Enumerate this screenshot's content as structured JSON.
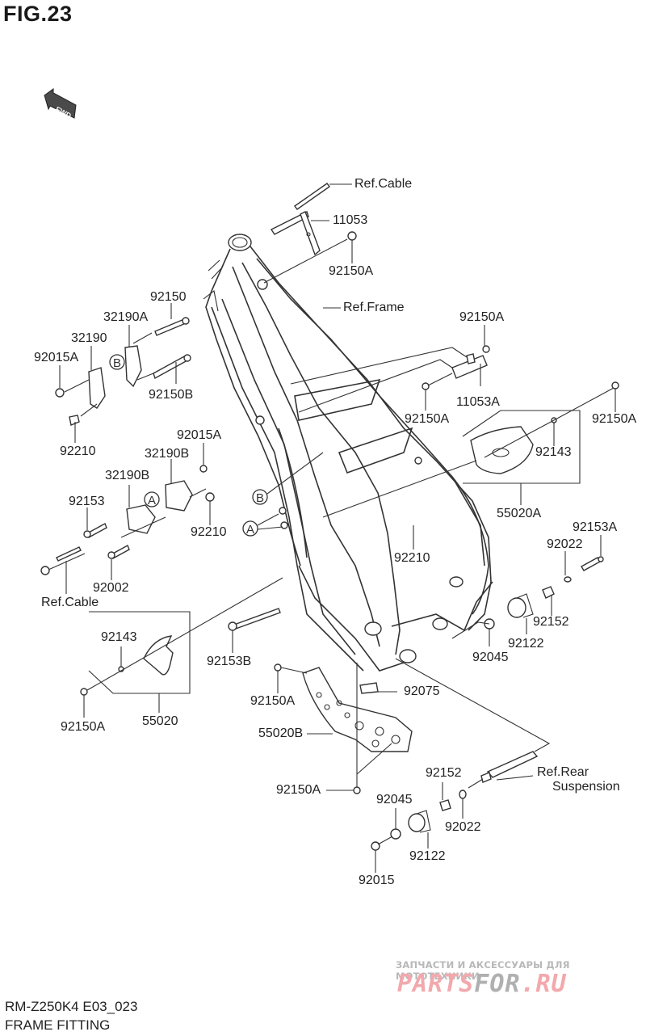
{
  "figure": {
    "title": "FIG.23",
    "direction_badge": "FWD",
    "model_code": "RM-Z250K4 E03_023",
    "section_title": "FRAME FITTING"
  },
  "labels": {
    "ref_cable_top": "Ref.Cable",
    "p11053": "11053",
    "p92150A_top": "92150A",
    "ref_frame": "Ref.Frame",
    "p92150": "92150",
    "p32190A": "32190A",
    "p32190": "32190",
    "p92015A_upper": "92015A",
    "p92150B": "92150B",
    "p92210_upper": "92210",
    "p92150A_right_upper": "92150A",
    "p11053A": "11053A",
    "p92150A_mid": "92150A",
    "p92150A_far_right": "92150A",
    "p92143_right": "92143",
    "p55020A": "55020A",
    "p92015A_lower": "92015A",
    "p32190B_upper": "32190B",
    "p32190B_lower": "32190B",
    "p92153": "92153",
    "p92210_left": "92210",
    "p92002": "92002",
    "ref_cable_left": "Ref.Cable",
    "p92210_center": "92210",
    "p92022_right": "92022",
    "p92153A": "92153A",
    "p92152_right": "92152",
    "p92122_right": "92122",
    "p92045_right": "92045",
    "p92143_left": "92143",
    "p92153B": "92153B",
    "p92150A_center": "92150A",
    "p92075": "92075",
    "p92150A_left_low": "92150A",
    "p55020": "55020",
    "p55020B": "55020B",
    "p92150A_bottom": "92150A",
    "p92152_bottom": "92152",
    "ref_rear_suspension_1": "Ref.Rear",
    "ref_rear_suspension_2": "Suspension",
    "p92045_bottom": "92045",
    "p92022_bottom": "92022",
    "p92122_bottom": "92122",
    "p92015_bottom": "92015"
  },
  "callouts": {
    "A": "A",
    "B": "B"
  },
  "watermark": {
    "subtitle": "ЗАПЧАСТИ И АКСЕССУАРЫ ДЛЯ МОТОТЕХНИКИ",
    "brand_part1": "PARTS",
    "brand_part2": "FOR",
    "brand_part3": ".RU",
    "color_primary": "#f2a9ad",
    "color_secondary": "#b0b0b0"
  }
}
